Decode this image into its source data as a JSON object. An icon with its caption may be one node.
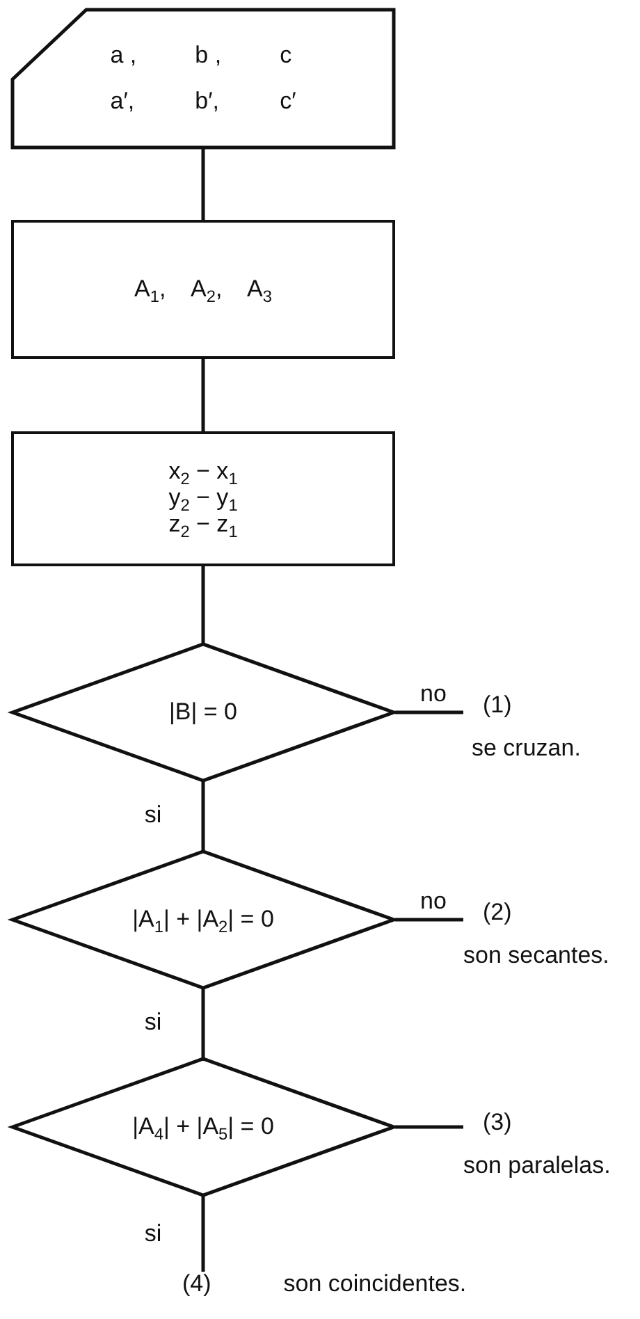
{
  "diagram": {
    "nodes": [
      {
        "text": [
          "a ,",
          "b ,",
          "c",
          "a′,",
          "b′,",
          "c′"
        ]
      },
      {
        "text": [
          "A$_{1}$, A$_{2}$, A$_{3}$"
        ]
      },
      {
        "text": [
          "x$_{2}$ − x$_{1}$",
          "y$_{2}$ − y$_{1}$",
          "z$_{2}$ − z$_{1}$"
        ]
      },
      {
        "text": [
          "|B| = 0"
        ]
      },
      {
        "text": [
          "|A$_{1}$| + |A$_{2}$| = 0"
        ]
      },
      {
        "text": [
          "|A$_{4}$| + |A$_{5}$| = 0"
        ]
      },
      {
        "text": [
          "(1)",
          "se cruzan."
        ]
      },
      {
        "text": [
          "(2)",
          "son secantes."
        ]
      },
      {
        "text": [
          "(3)",
          "son paralelas."
        ]
      },
      {
        "text": [
          "(4)",
          "son coincidentes."
        ]
      }
    ],
    "edges": [
      {
        "from": 0,
        "to": 1,
        "arrow": "none"
      },
      {
        "from": 1,
        "to": 2,
        "arrow": "none"
      },
      {
        "from": 2,
        "to": 3,
        "arrow": "none"
      },
      {
        "from": 3,
        "to": 6,
        "arrow": "none",
        "label": "no"
      },
      {
        "from": 3,
        "to": 4,
        "arrow": "none",
        "label": "si"
      },
      {
        "from": 4,
        "to": 7,
        "arrow": "none",
        "label": "no"
      },
      {
        "from": 4,
        "to": 5,
        "arrow": "none",
        "label": "si"
      },
      {
        "from": 5,
        "to": 8,
        "arrow": "none"
      },
      {
        "from": 5,
        "to": 9,
        "arrow": "none",
        "label": "si"
      }
    ]
  }
}
